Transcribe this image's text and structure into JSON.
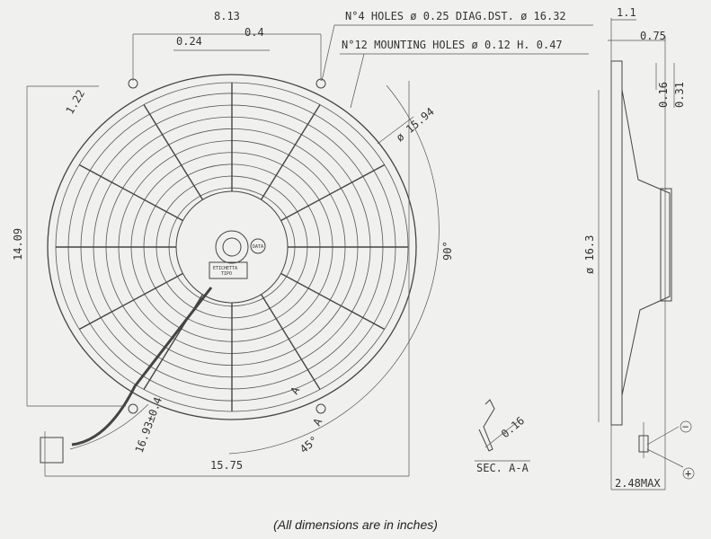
{
  "drawing": {
    "dimensions": {
      "hub_spacing": "8.13",
      "slot_width": "0.24",
      "slot_length": "0.4",
      "holes_note": "N°4 HOLES ø 0.25 DIAG.DST. ø 16.32",
      "mounting_note": "N°12 MOUNTING HOLES ø 0.12 H. 0.47",
      "tab_width": "1.22",
      "ring_diameter": "ø 15.94",
      "height": "14.09",
      "angle_90": "90°",
      "angle_45": "45°",
      "cable_length": "16.93±0.4",
      "width": "15.75",
      "section_thickness": "0.16",
      "section_label": "SEC. A-A",
      "section_marker": "A",
      "side_depth": "1.1",
      "side_flange": "0.75",
      "side_step1": "0.16",
      "side_step2": "0.31",
      "overall_diameter": "ø 16.3",
      "max_depth": "2.48MAX",
      "label_box_line1": "ETICHETTA",
      "label_box_line2": "TIPO",
      "hub_marker": "DATA"
    },
    "polarity": {
      "negative": "−",
      "positive": "+"
    },
    "caption": "(All dimensions are in inches)"
  }
}
